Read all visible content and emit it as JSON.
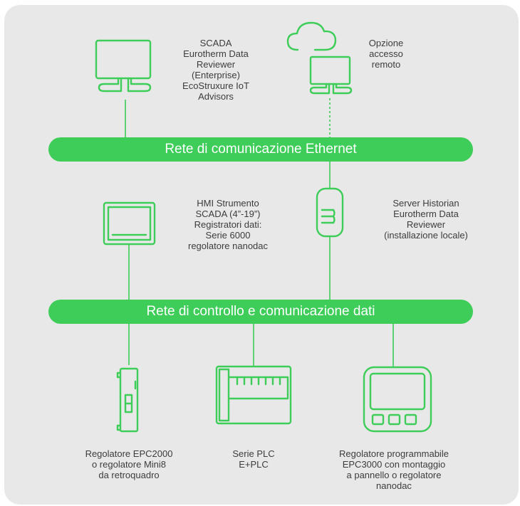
{
  "colors": {
    "accent": "#3dcd58",
    "panel": "#e8e8e8",
    "text": "#3c3c3c"
  },
  "buses": {
    "ethernet": "Rete di comunicazione Ethernet",
    "control": "Rete di controllo e comunicazione dati"
  },
  "nodes": {
    "scada": {
      "icon": "monitor-icon",
      "lines": [
        "SCADA",
        "Eurotherm Data",
        "Reviewer",
        "(Enterprise)",
        "EcoStruxure IoT",
        "Advisors"
      ]
    },
    "remote": {
      "icon": "cloud-monitor-icon",
      "lines": [
        "Opzione",
        "accesso",
        "remoto"
      ]
    },
    "hmi": {
      "icon": "hmi-panel-icon",
      "lines": [
        "HMI Strumento",
        "SCADA (4”-19”)",
        "Registratori dati:",
        "Serie 6000",
        "regolatore nanodac"
      ]
    },
    "historian": {
      "icon": "server-icon",
      "lines": [
        "Server Historian",
        "Eurotherm Data",
        "Reviewer",
        "(installazione locale)"
      ]
    },
    "epc2000": {
      "icon": "din-rail-controller-icon",
      "lines": [
        "Regolatore EPC2000",
        "o regolatore Mini8",
        "da retroquadro"
      ]
    },
    "plc": {
      "icon": "plc-icon",
      "lines": [
        "Serie PLC",
        "E+PLC"
      ]
    },
    "epc3000": {
      "icon": "panel-controller-icon",
      "lines": [
        "Regolatore programmabile",
        "EPC3000 con montaggio",
        "a pannello o regolatore",
        "nanodac"
      ]
    }
  }
}
